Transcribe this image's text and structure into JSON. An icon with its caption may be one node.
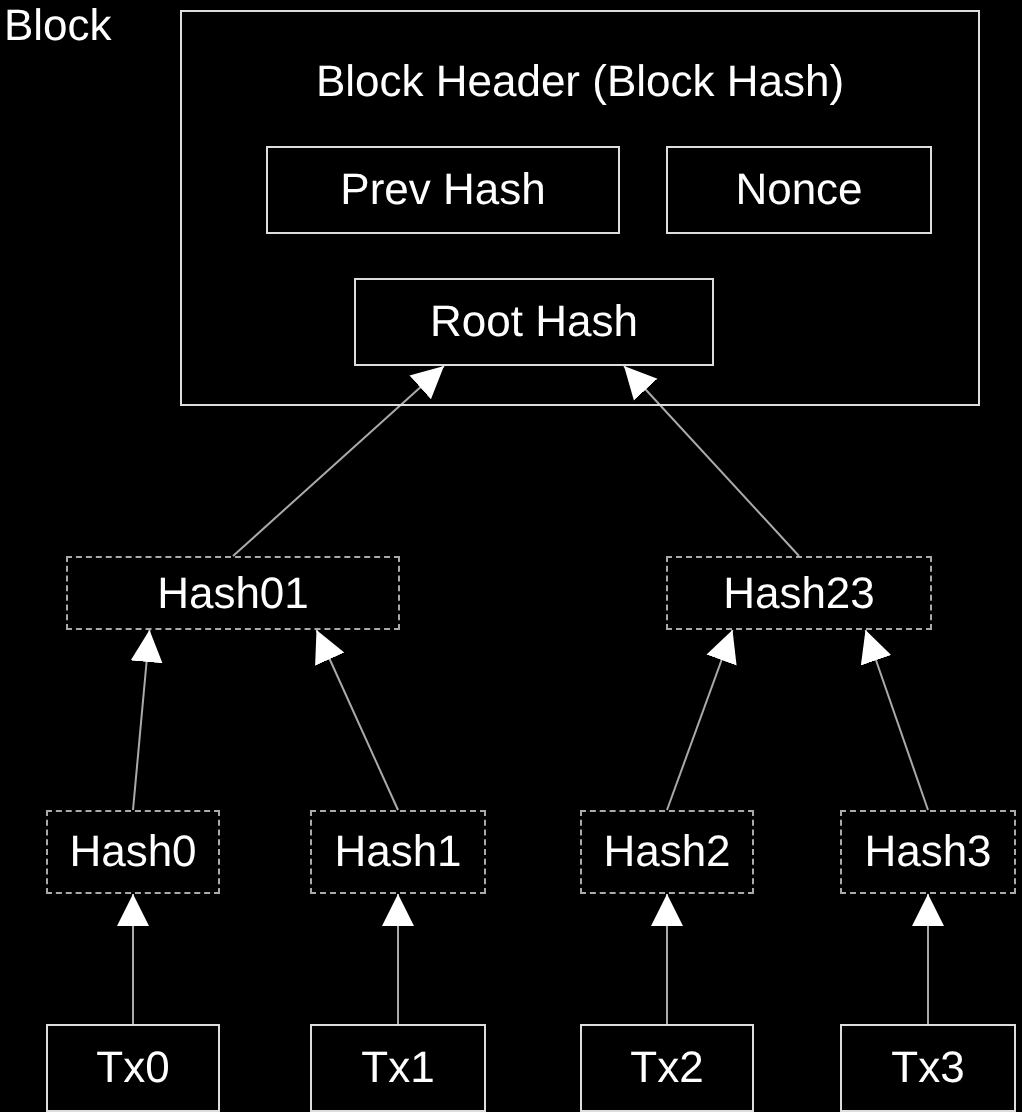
{
  "diagram": {
    "nodes": [
      {
        "text": [
          "Block Header (Block Hash)"
        ]
      },
      {
        "text": [
          "Prev Hash"
        ],
        "in": 0
      },
      {
        "text": [
          "Nonce"
        ],
        "in": 0
      },
      {
        "text": [
          "Root Hash"
        ],
        "in": 0
      },
      {
        "text": [
          "Hash01"
        ]
      },
      {
        "text": [
          "Hash23"
        ]
      },
      {
        "text": [
          "Hash0"
        ]
      },
      {
        "text": [
          "Hash1"
        ]
      },
      {
        "text": [
          "Hash2"
        ]
      },
      {
        "text": [
          "Hash3"
        ]
      },
      {
        "text": [
          "Tx0"
        ]
      },
      {
        "text": [
          "Tx1"
        ]
      },
      {
        "text": [
          "Tx2"
        ]
      },
      {
        "text": [
          "Tx3"
        ]
      }
    ],
    "edges": [
      {
        "from": 4,
        "to": 3,
        "arrow": "to"
      },
      {
        "from": 5,
        "to": 3,
        "arrow": "to"
      },
      {
        "from": 6,
        "to": 4,
        "arrow": "to"
      },
      {
        "from": 7,
        "to": 4,
        "arrow": "to"
      },
      {
        "from": 8,
        "to": 5,
        "arrow": "to"
      },
      {
        "from": 9,
        "to": 5,
        "arrow": "to"
      },
      {
        "from": 10,
        "to": 6,
        "arrow": "to"
      },
      {
        "from": 11,
        "to": 7,
        "arrow": "to"
      },
      {
        "from": 12,
        "to": 8,
        "arrow": "to"
      },
      {
        "from": 13,
        "to": 9,
        "arrow": "to"
      }
    ],
    "labels": [
      "Block"
    ]
  }
}
